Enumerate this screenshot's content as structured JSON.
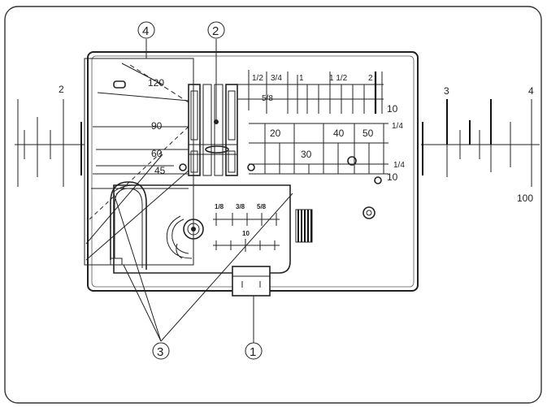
{
  "diagram": {
    "callouts": [
      "1",
      "2",
      "3",
      "4"
    ],
    "angle_marks": [
      "120",
      "90",
      "60",
      "45"
    ],
    "top_scale_labels": [
      "1/2",
      "3/4",
      "1",
      "1 1/2",
      "2"
    ],
    "top_scale_sub": "5/8",
    "top_scale_10": "10",
    "top_scale_quarter": "1/4",
    "mid_scale_labels": [
      "20",
      "30",
      "40",
      "50"
    ],
    "mid_scale_10": "10",
    "mid_scale_quarter": "1/4",
    "throat_scale_labels": [
      "1/8",
      "3/8",
      "5/8"
    ],
    "throat_scale_10": "10",
    "left_ruler_label": "2",
    "right_ruler_labels": [
      "3",
      "4",
      "100"
    ]
  }
}
